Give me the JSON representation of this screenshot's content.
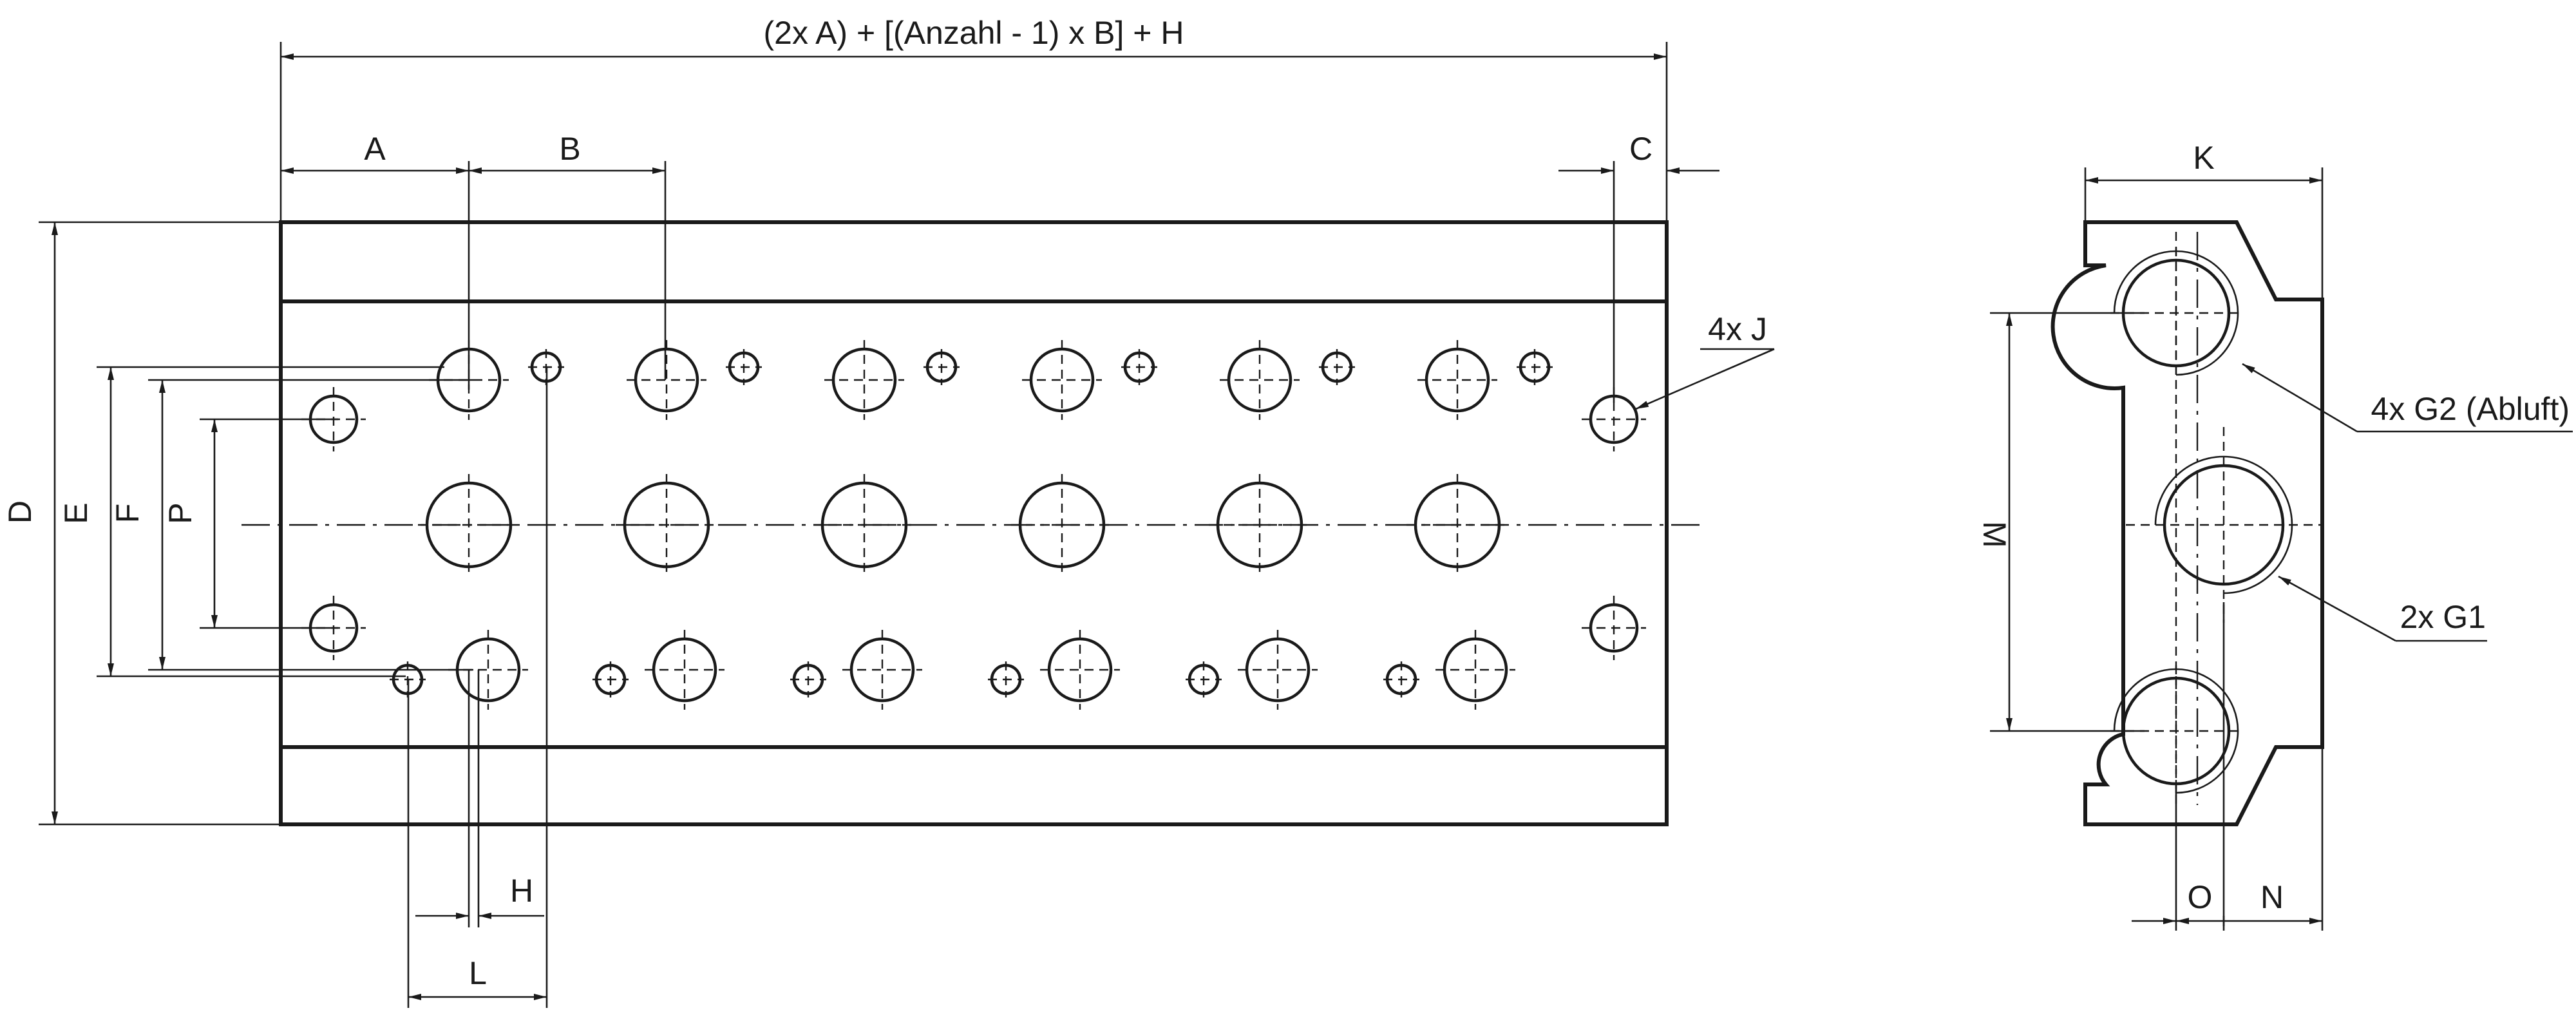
{
  "labels": {
    "total_length": "(2x A) + [(Anzahl - 1) x B] + H",
    "A": "A",
    "B": "B",
    "C": "C",
    "D": "D",
    "E": "E",
    "F": "F",
    "P": "P",
    "H": "H",
    "L": "L",
    "J": "4x J",
    "K": "K",
    "M": "M",
    "O": "O",
    "N": "N",
    "G2": "4x G2 (Abluft)",
    "G1": "2x G1"
  },
  "colors": {
    "line": "#1a1a1a",
    "background": "#ffffff"
  },
  "stations": 6
}
